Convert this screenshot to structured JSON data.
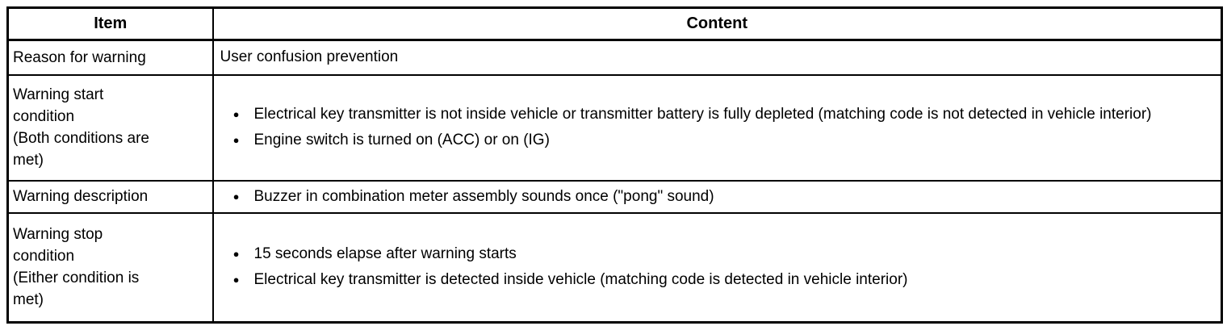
{
  "table": {
    "bullet_glyph": "●",
    "headers": [
      {
        "label": "Item"
      },
      {
        "label": "Content"
      }
    ],
    "rows": [
      {
        "item": "Reason for warning",
        "text": "User confusion prevention"
      },
      {
        "item": "Warning start\ncondition\n(Both conditions are\nmet)",
        "bullets": [
          "Electrical key transmitter is not inside vehicle or transmitter battery is fully depleted (matching code is not detected in vehicle interior)",
          "Engine switch is turned on (ACC) or on (IG)"
        ]
      },
      {
        "item": "Warning description",
        "bullets": [
          "Buzzer in combination meter assembly sounds once (\"pong\" sound)"
        ]
      },
      {
        "item": "Warning stop\ncondition\n(Either condition is\nmet)",
        "bullets": [
          "15 seconds elapse after warning starts",
          "Electrical key transmitter is detected inside vehicle (matching code is detected in vehicle interior)"
        ]
      }
    ]
  },
  "colors": {
    "border": "#000000",
    "text": "#000000",
    "background": "#ffffff"
  }
}
